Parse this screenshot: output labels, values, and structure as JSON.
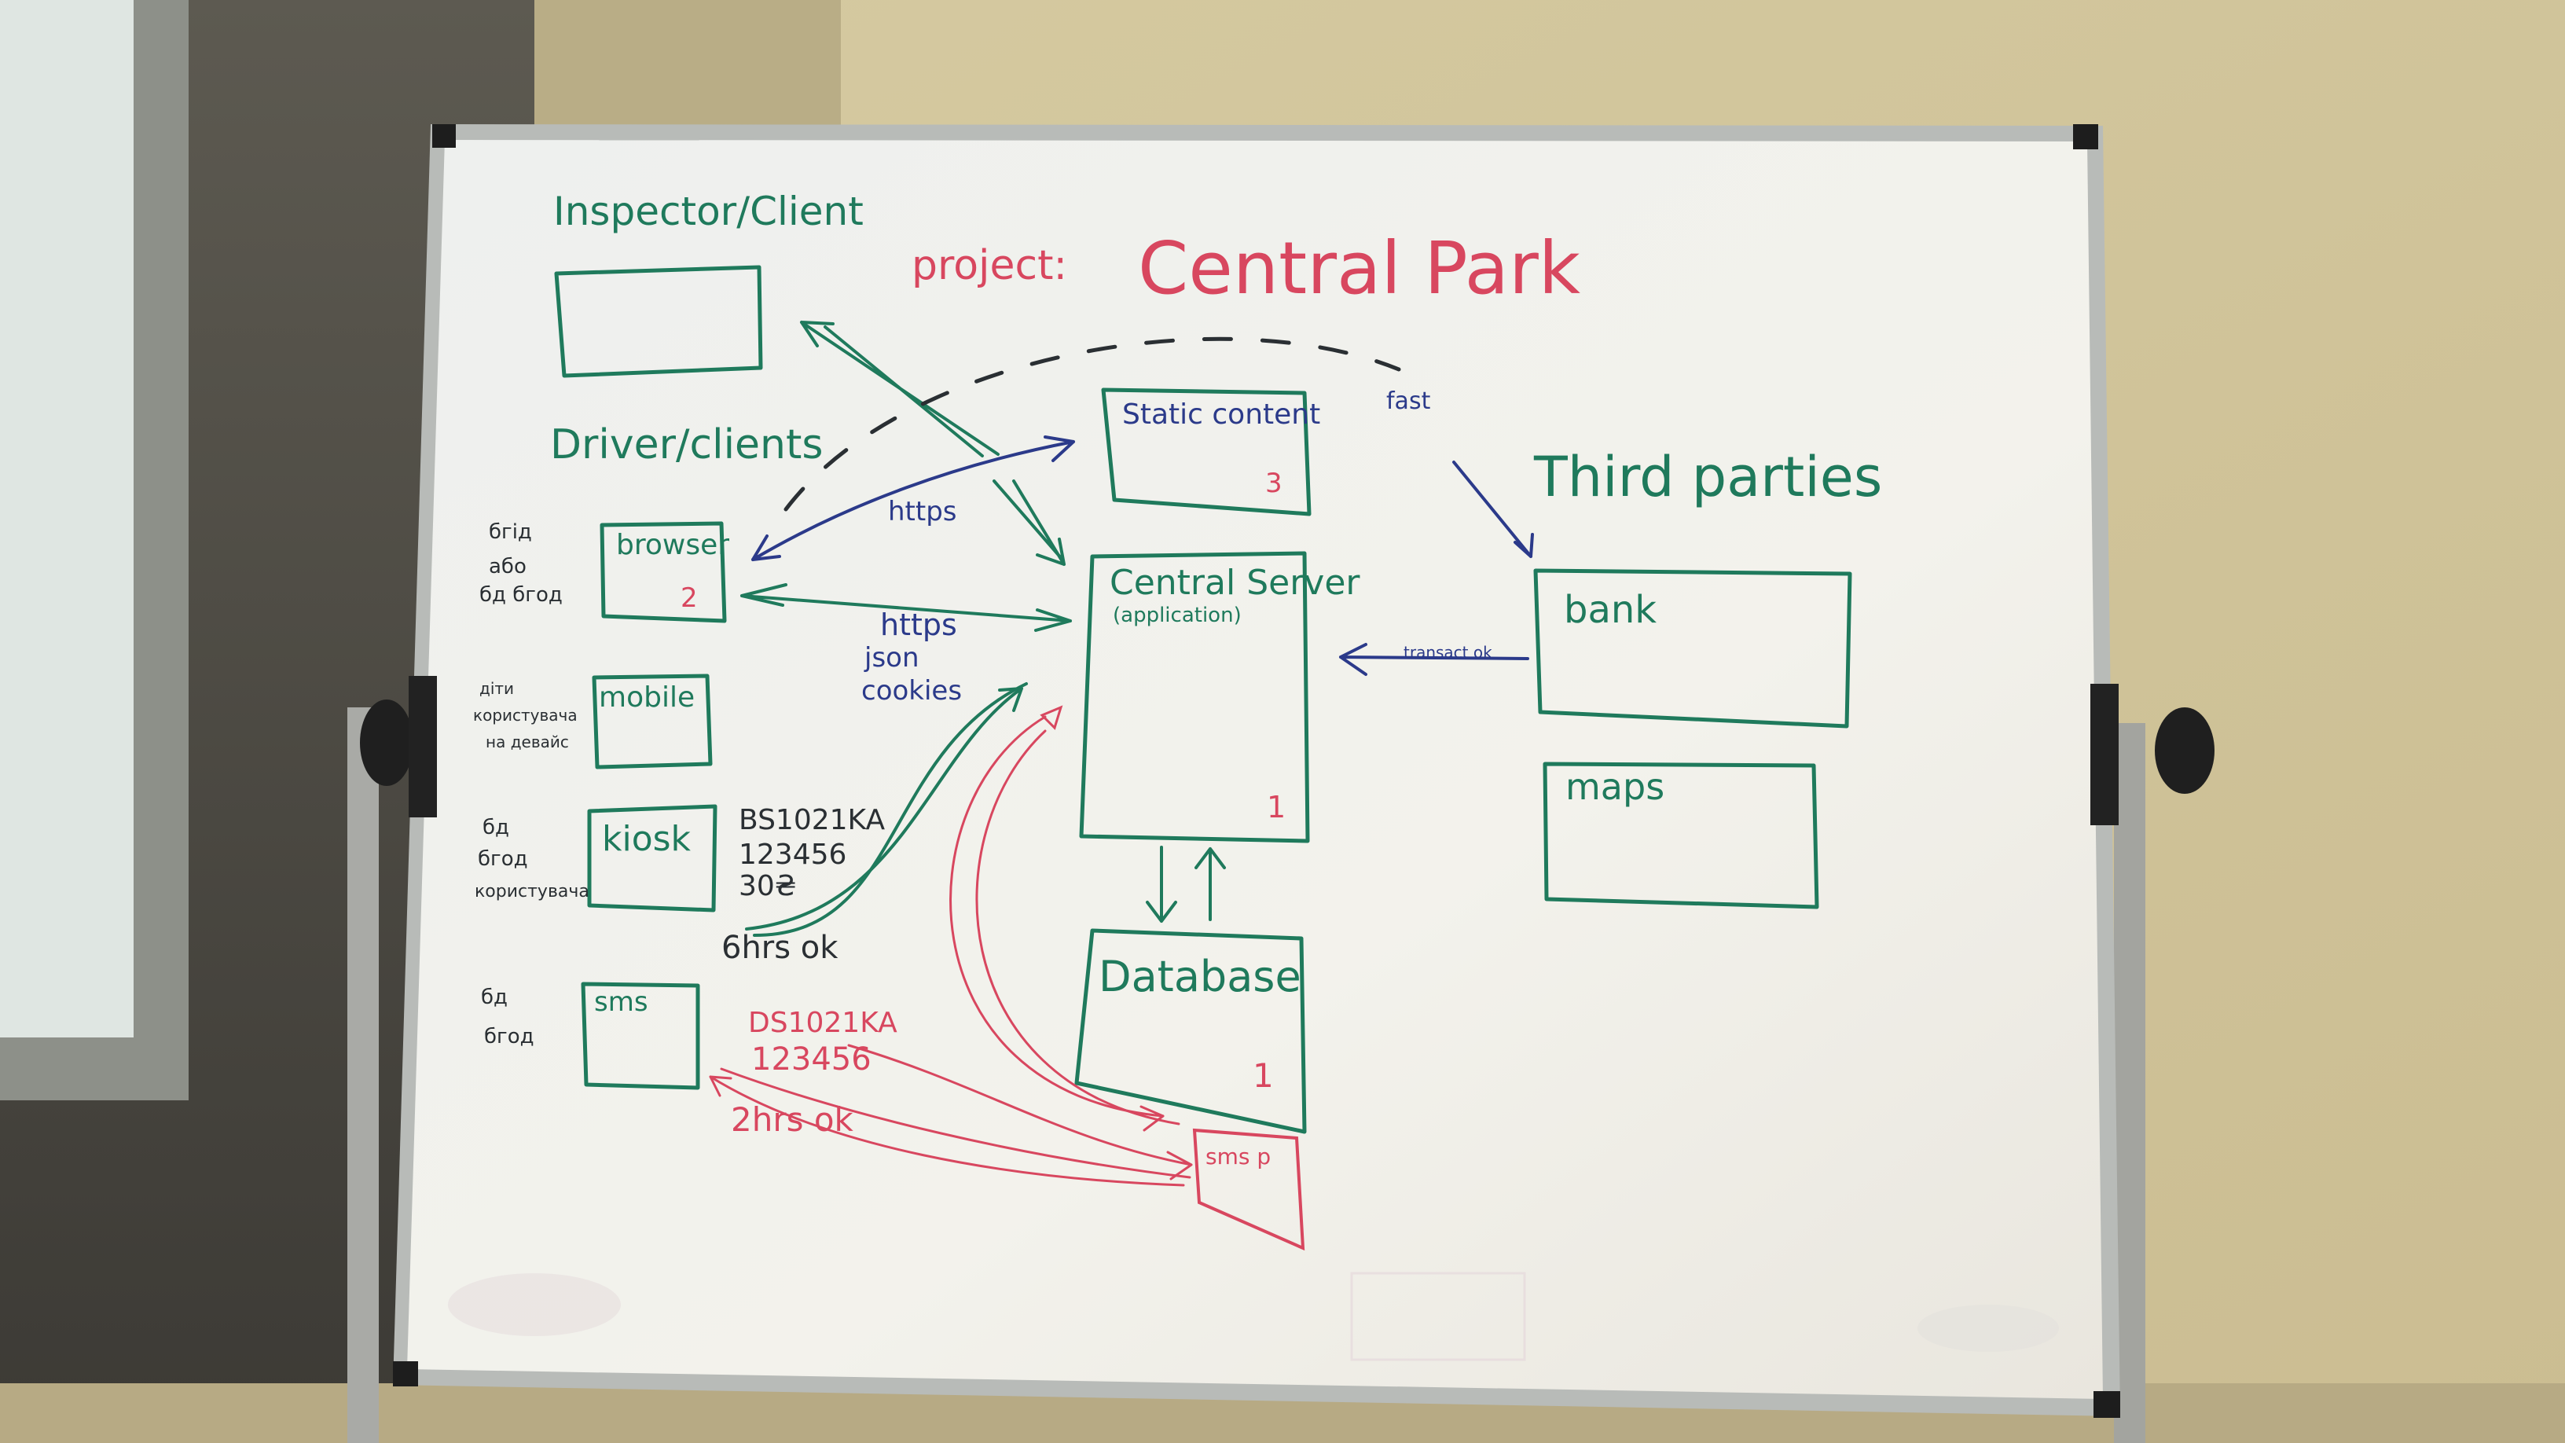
{
  "title": {
    "prefix": "project:",
    "name": "Central Park"
  },
  "actors": {
    "inspector": "Inspector/Client",
    "drivers": "Driver/clients",
    "third_parties": "Third parties"
  },
  "boxes": {
    "static_content": {
      "label": "Static content",
      "number": "3"
    },
    "central_server": {
      "label": "Central Server",
      "sublabel": "(application)",
      "number": "1"
    },
    "database": {
      "label": "Database",
      "number": "1"
    },
    "browser": {
      "label": "browser",
      "number": "2"
    },
    "mobile": {
      "label": "mobile"
    },
    "kiosk": {
      "label": "kiosk"
    },
    "sms": {
      "label": "sms"
    },
    "sms_p": {
      "label": "sms p"
    },
    "bank": {
      "label": "bank"
    },
    "maps": {
      "label": "maps"
    }
  },
  "arrows": {
    "https_static": "https",
    "https_json": "https",
    "json": "json",
    "cookies": "cookies",
    "transact": "transact ok",
    "fast": "fast"
  },
  "notes": {
    "browser_side": [
      "бгiд",
      "або",
      "бд бгод"
    ],
    "mobile_side": [
      "діти",
      "користувача",
      "на девайс"
    ],
    "kiosk_side": [
      "бд",
      "бгод",
      "користувача"
    ],
    "sms_side": [
      "бд",
      "бгод"
    ]
  },
  "kiosk_ticket": {
    "plate": "BS1021KA",
    "code": "123456",
    "amount": "30₴",
    "reply": "6hrs ok"
  },
  "sms_ticket": {
    "plate": "DS1021KA",
    "code": "123456",
    "reply": "2hrs ok"
  },
  "colors": {
    "green_marker": "#1f7a5c",
    "red_marker": "#d8475f",
    "blue_marker": "#2b3a8a",
    "board": "#f1f0ea",
    "wall": "#d9cfaa"
  }
}
